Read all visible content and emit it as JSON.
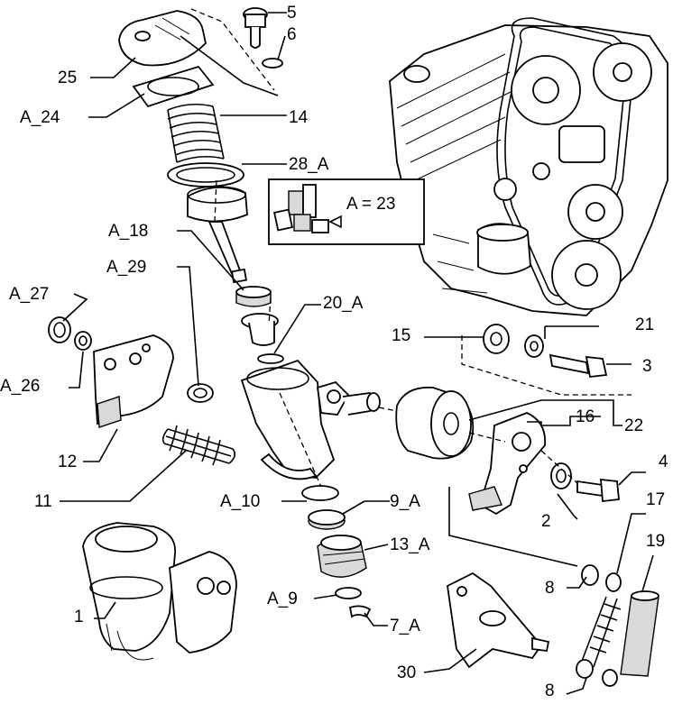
{
  "callouts": {
    "c25": "25",
    "c5": "5",
    "c6": "6",
    "cA24": "A_24",
    "c14": "14",
    "c28A": "28_A",
    "cA18": "A_18",
    "cA29": "A_29",
    "cA27": "A_27",
    "c20A": "20_A",
    "c15": "15",
    "c21": "21",
    "c3": "3",
    "cA26": "A_26",
    "c16": "16",
    "c22": "22",
    "c12": "12",
    "c4": "4",
    "c11": "11",
    "cA10": "A_10",
    "c9A": "9_A",
    "c2": "2",
    "c17": "17",
    "c19": "19",
    "c13A": "13_A",
    "c8a": "8",
    "cA9": "A_9",
    "c1": "1",
    "c7A": "7_A",
    "c30": "30",
    "c8b": "8"
  },
  "legend": {
    "equation": "A = 23"
  },
  "colors": {
    "line": "#000000",
    "shade": "#d9d9d9",
    "paper": "#ffffff"
  }
}
